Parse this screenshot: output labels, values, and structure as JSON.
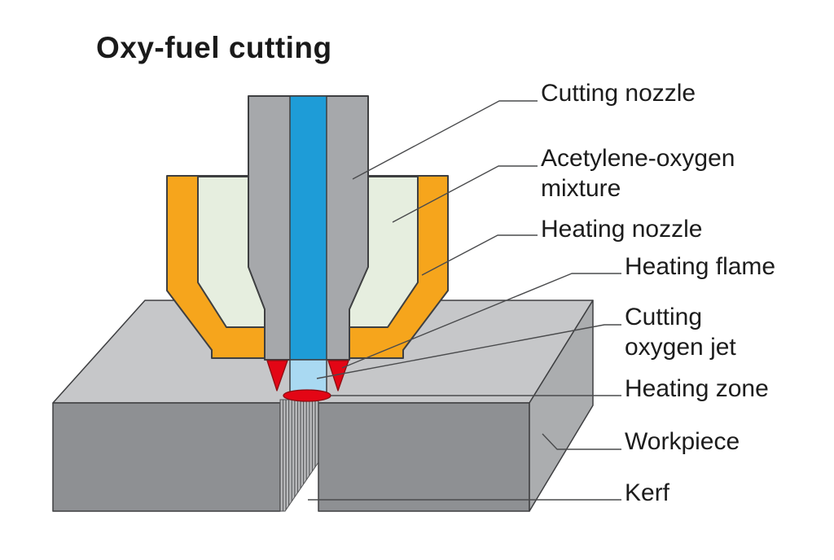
{
  "title": "Oxy-fuel cutting",
  "labels": {
    "cutting_nozzle": "Cutting nozzle",
    "acetylene_oxygen_mixture": "Acetylene-oxygen\nmixture",
    "heating_nozzle": "Heating nozzle",
    "heating_flame": "Heating flame",
    "cutting_oxygen_jet": "Cutting\noxygen jet",
    "heating_zone": "Heating zone",
    "workpiece": "Workpiece",
    "kerf": "Kerf"
  },
  "colors": {
    "background": "#FFFFFF",
    "torch_body_gray": "#A6A8AB",
    "oxygen_channel_blue": "#1E9CD7",
    "oxygen_jet_light_blue": "#A9D9F2",
    "heating_nozzle_orange": "#F6A51C",
    "mixture_pale_green": "#E6EEDF",
    "flame_red": "#E30615",
    "workpiece_top_gray": "#C6C7C9",
    "workpiece_front_gray": "#8E9093",
    "workpiece_side_gray": "#ABADAF",
    "kerf_hatch_bg": "#BABBBD",
    "kerf_hatch_line": "#515254",
    "outline": "#3E3F41",
    "leader_line": "#4A4B4D",
    "text": "#1C1C1C"
  }
}
